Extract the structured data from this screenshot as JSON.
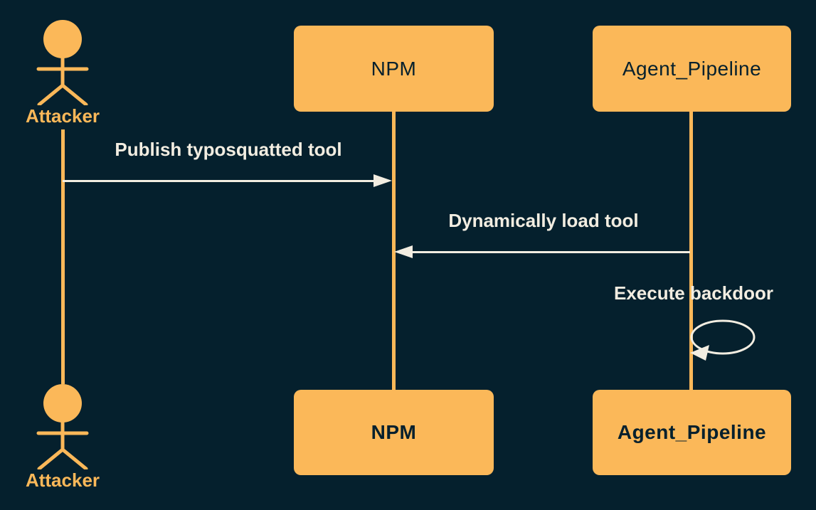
{
  "diagram": {
    "type": "sequence-diagram",
    "colors": {
      "background": "#05202D",
      "accent": "#FBB859",
      "message_text": "#F2EDE1",
      "box_text": "#05202D"
    },
    "actors": [
      {
        "id": "attacker",
        "label": "Attacker",
        "kind": "actor"
      },
      {
        "id": "npm",
        "label": "NPM",
        "kind": "participant"
      },
      {
        "id": "agent_pipeline",
        "label": "Agent_Pipeline",
        "kind": "participant"
      }
    ],
    "messages": [
      {
        "from": "Attacker",
        "to": "NPM",
        "label": "Publish typosquatted tool",
        "arrow": "solid-right"
      },
      {
        "from": "Agent_Pipeline",
        "to": "NPM",
        "label": "Dynamically load tool",
        "arrow": "solid-left"
      },
      {
        "from": "Agent_Pipeline",
        "to": "Agent_Pipeline",
        "label": "Execute backdoor",
        "arrow": "self-loop"
      }
    ]
  }
}
